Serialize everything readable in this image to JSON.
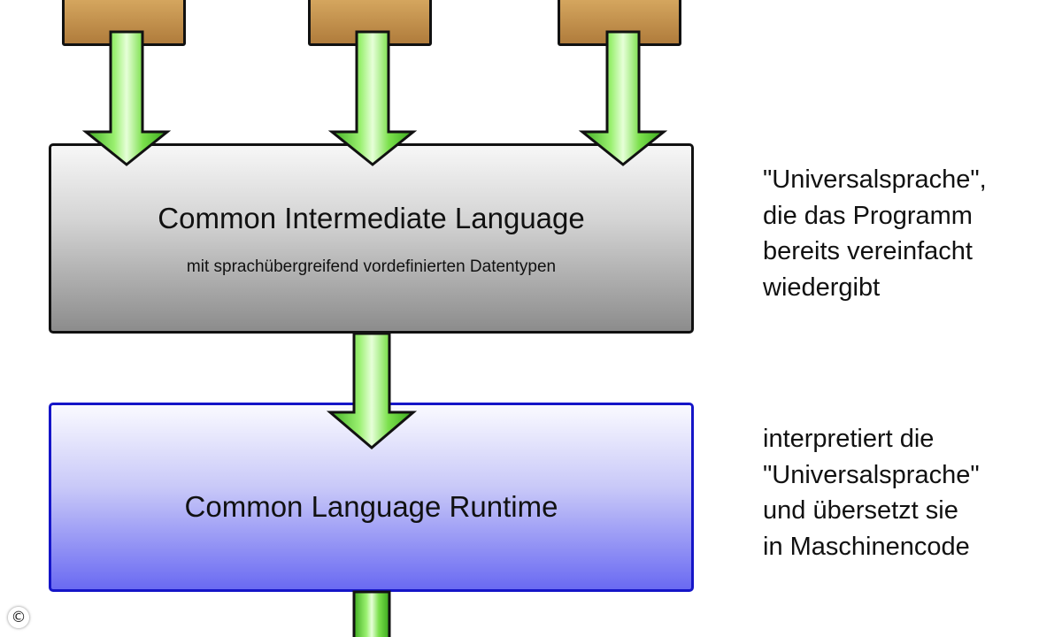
{
  "diagram": {
    "cil": {
      "title": "Common Intermediate Language",
      "subtitle": "mit sprachübergreifend vordefinierten Datentypen"
    },
    "clr": {
      "title": "Common Language Runtime"
    },
    "notes": {
      "cil": [
        "\"Universalsprache\",",
        "die das Programm",
        "bereits vereinfacht",
        "wiedergibt"
      ],
      "clr": [
        "interpretiert die",
        "\"Universalsprache\"",
        "und übersetzt sie",
        "in Maschinencode"
      ]
    },
    "copyright_symbol": "©",
    "colors": {
      "source_box": "#c4904c",
      "cil_box_top": "#f7f7f7",
      "cil_box_bottom": "#8c8c8c",
      "clr_box_top": "#fafaff",
      "clr_box_bottom": "#6a6af2",
      "clr_border": "#1515c8",
      "arrow_fill": "#6ad43a",
      "arrow_stroke": "#111111"
    }
  }
}
